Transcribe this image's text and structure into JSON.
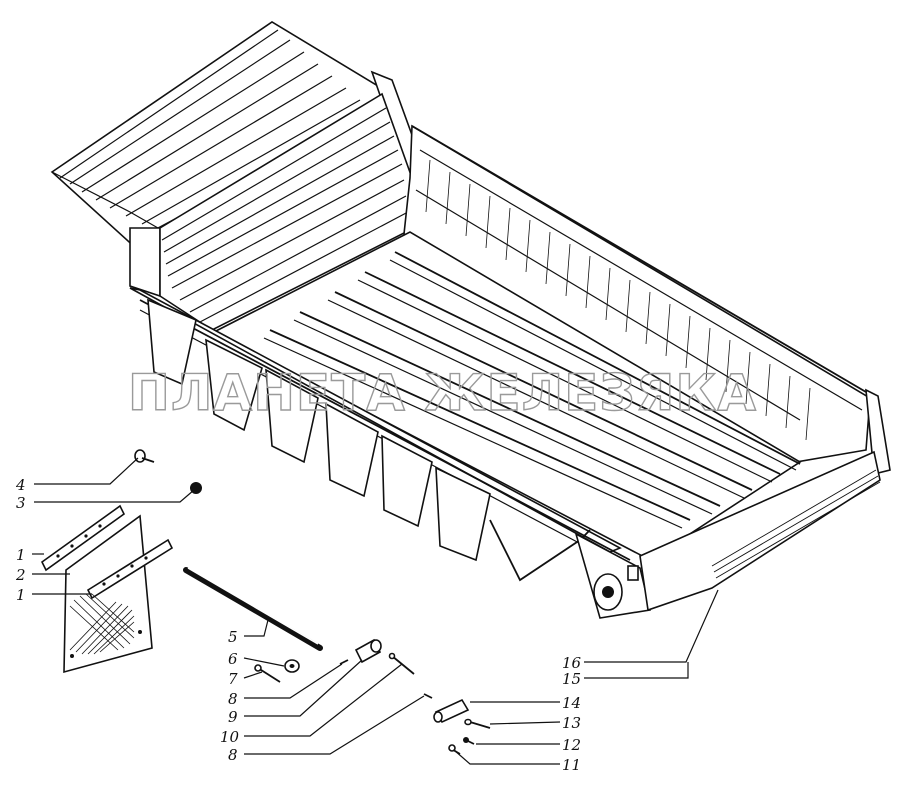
{
  "watermark": "ПЛАНЕТА ЖЕЛЕЗЯКА",
  "callouts": [
    {
      "id": "c4",
      "label": "4"
    },
    {
      "id": "c3",
      "label": "3"
    },
    {
      "id": "c1a",
      "label": "1"
    },
    {
      "id": "c2",
      "label": "2"
    },
    {
      "id": "c1b",
      "label": "1"
    },
    {
      "id": "c5",
      "label": "5"
    },
    {
      "id": "c6",
      "label": "6"
    },
    {
      "id": "c7",
      "label": "7"
    },
    {
      "id": "c8a",
      "label": "8"
    },
    {
      "id": "c9",
      "label": "9"
    },
    {
      "id": "c10",
      "label": "10"
    },
    {
      "id": "c8b",
      "label": "8"
    },
    {
      "id": "c16",
      "label": "16"
    },
    {
      "id": "c15",
      "label": "15"
    },
    {
      "id": "c14",
      "label": "14"
    },
    {
      "id": "c13",
      "label": "13"
    },
    {
      "id": "c12",
      "label": "12"
    },
    {
      "id": "c11",
      "label": "11"
    }
  ]
}
